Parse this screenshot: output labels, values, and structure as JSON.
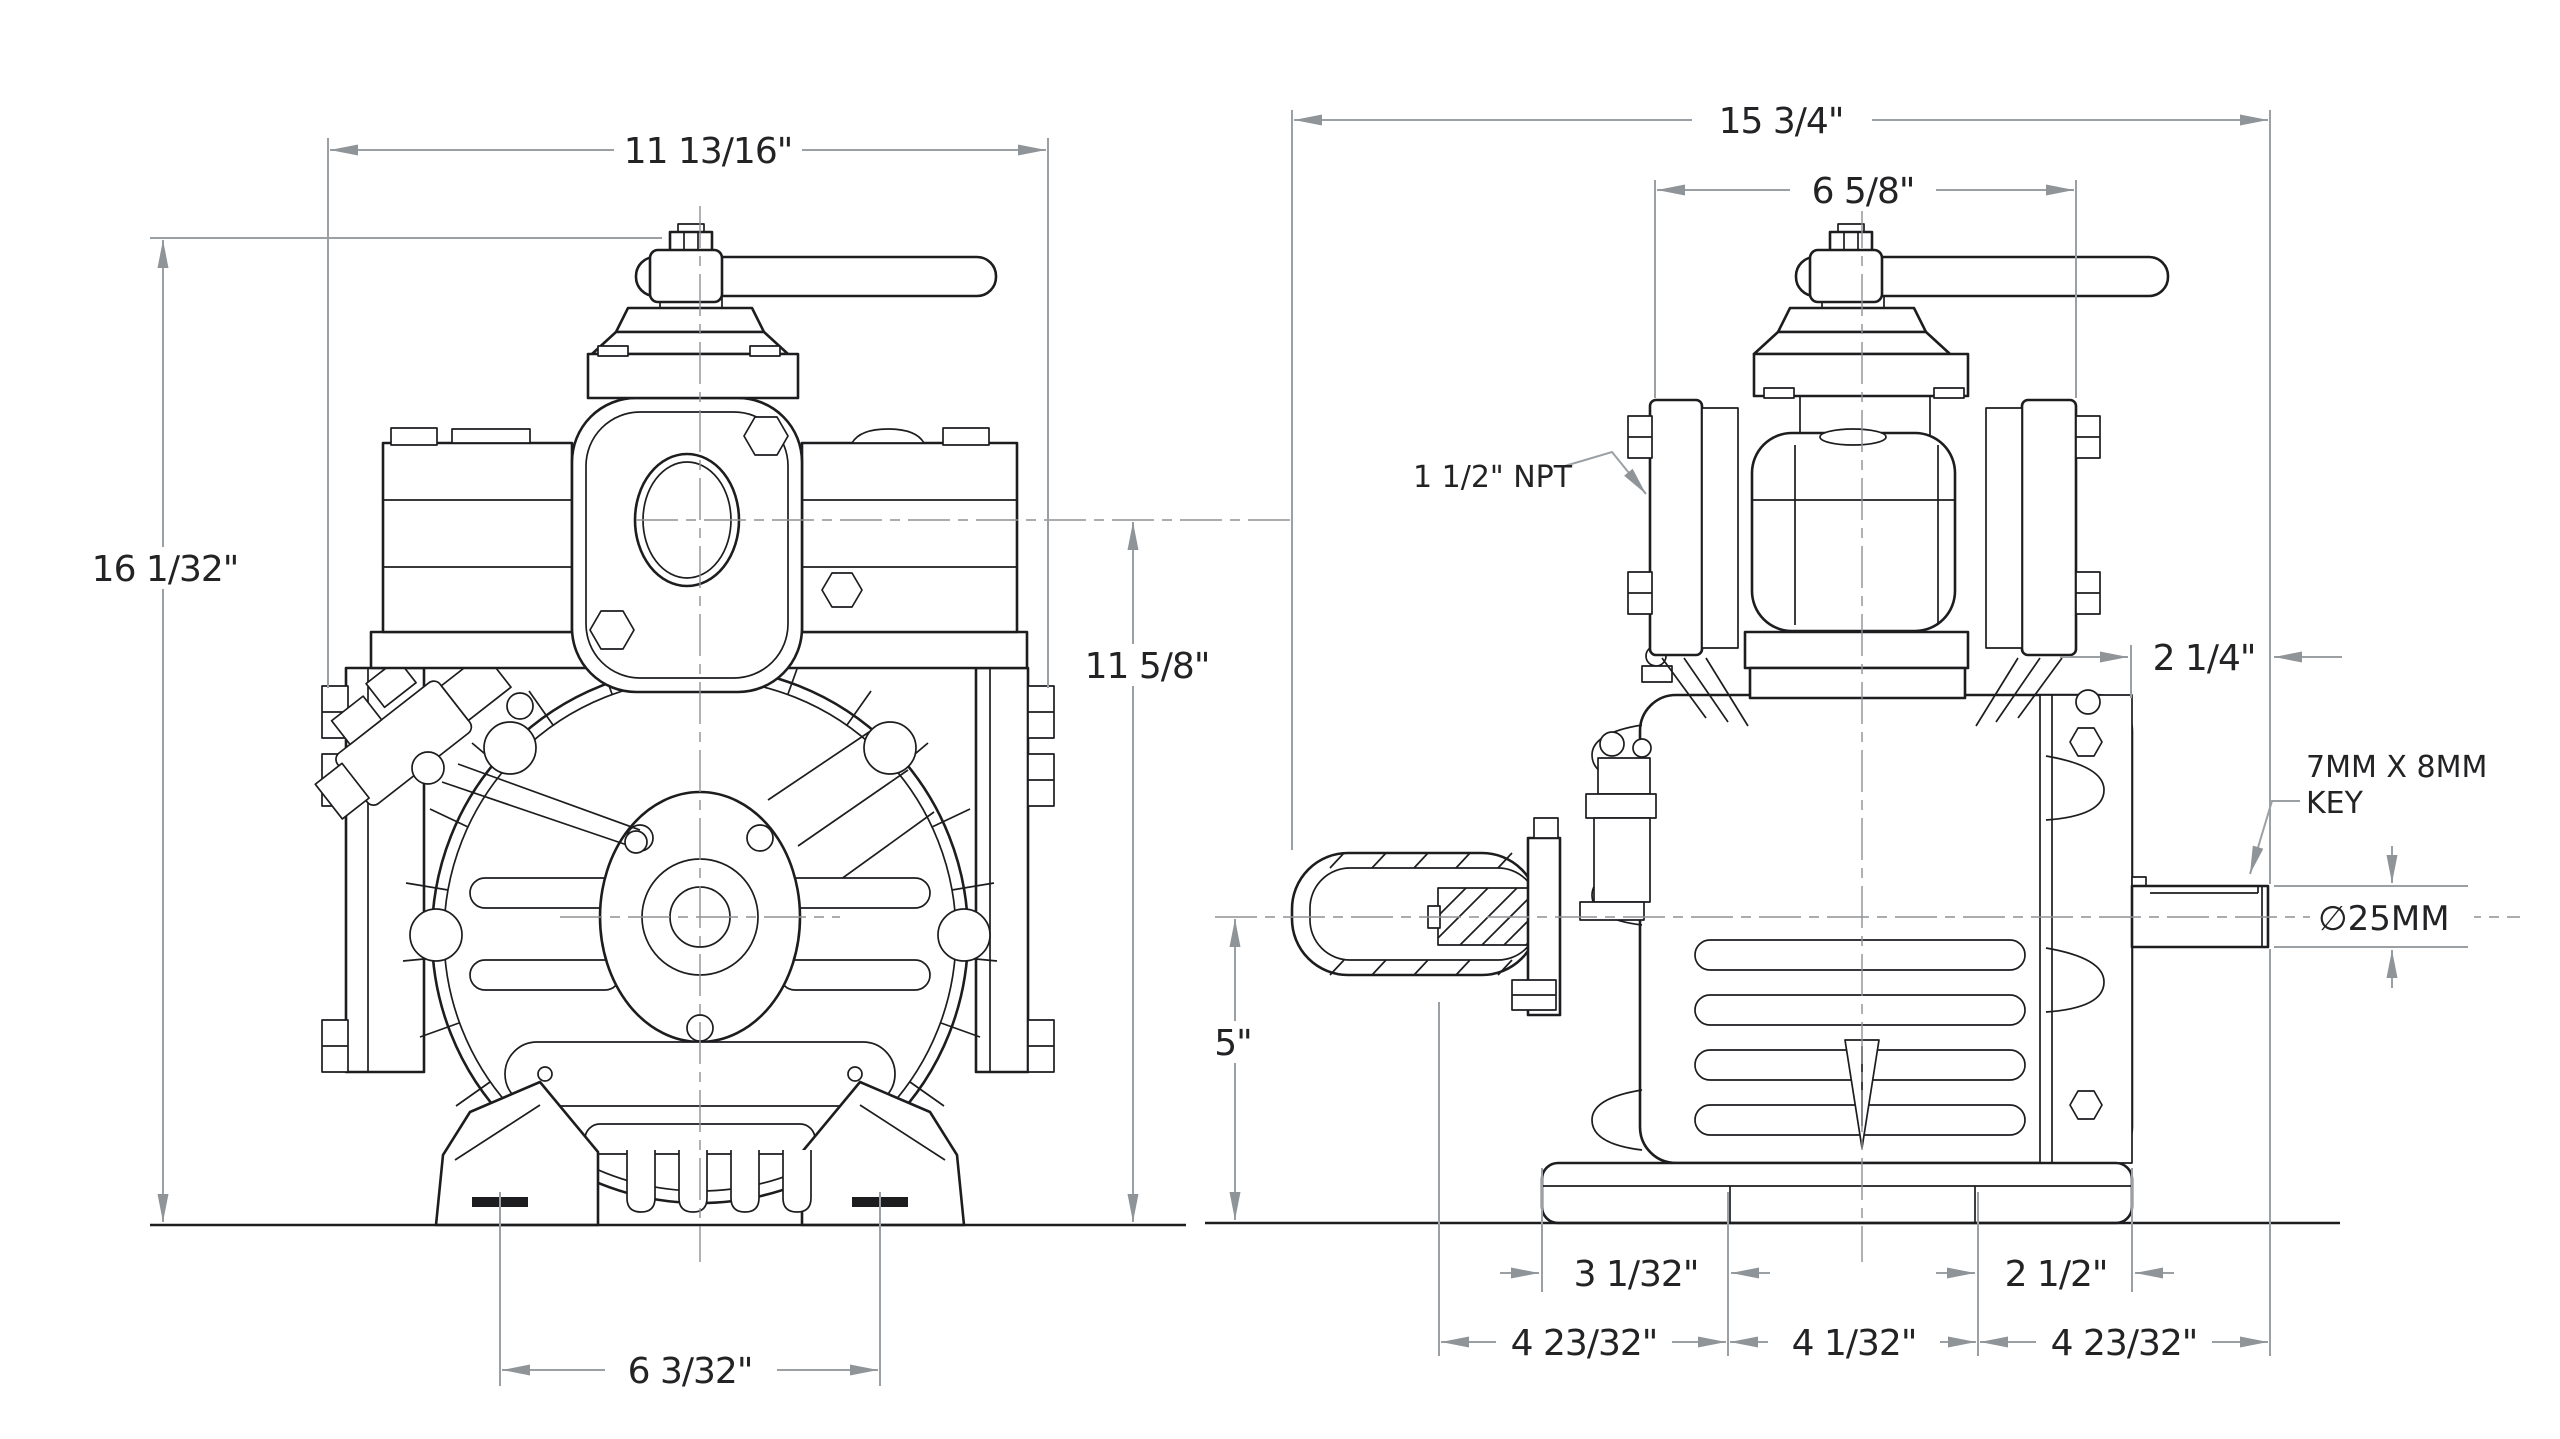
{
  "drawing": {
    "type": "technical dimensional drawing",
    "subject": "vacuum pump, front and side orthographic views",
    "colors": {
      "background": "#ffffff",
      "part_lines": "#1d1d20",
      "dimension_lines": "#9ba0a4",
      "text": "#232326"
    }
  },
  "front": {
    "dim_overall_width": "11 13/16\"",
    "dim_overall_height": "16 1/32\"",
    "dim_port_center_height": "11 5/8\"",
    "dim_foot_slot_spacing": "6 3/32\""
  },
  "side": {
    "dim_overall_length": "15 3/4\"",
    "dim_port_flange_span": "6 5/8\"",
    "label_port": "1 1/2\" NPT",
    "dim_shaft_extension": "2 1/4\"",
    "label_key_size": "7MM X 8MM",
    "label_key": "KEY",
    "label_shaft_diameter": "∅25MM",
    "dim_shaft_center_height": "5\"",
    "dim_base_edge_to_slot": "3 1/32\"",
    "dim_slot_to_base_edge": "2 1/2\"",
    "dim_front_end_to_slot": "4 23/32\"",
    "dim_slot_spacing": "4 1/32\"",
    "dim_slot_to_shaft_end": "4 23/32\""
  }
}
